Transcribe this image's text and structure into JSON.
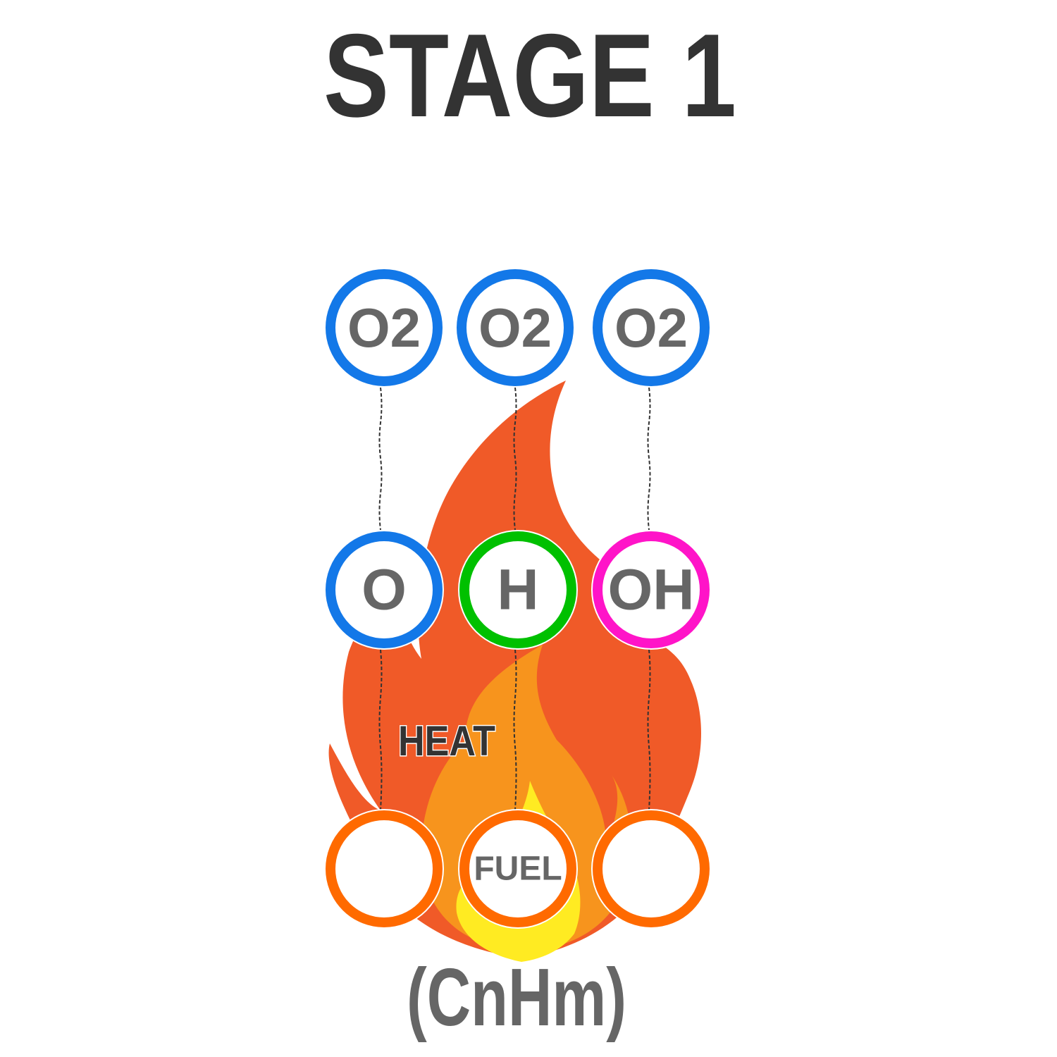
{
  "title": "STAGE 1",
  "heat_label": "HEAT",
  "formula": "(CnHm)",
  "colors": {
    "title": "#333333",
    "label_text": "#666666",
    "heat_text": "#333333",
    "flame_outer": "#F05A28",
    "flame_middle": "#F7941D",
    "flame_inner": "#FFEB22",
    "oxygen_ring": "#1378E8",
    "hydrogen_ring": "#00C000",
    "hydroxyl_ring": "#FF14C8",
    "fuel_ring": "#FF6A00",
    "connector": "#333333"
  },
  "nodes": {
    "top": [
      {
        "id": "o2-a",
        "label": "O2",
        "ring": "oxygen_ring"
      },
      {
        "id": "o2-b",
        "label": "O2",
        "ring": "oxygen_ring"
      },
      {
        "id": "o2-c",
        "label": "O2",
        "ring": "oxygen_ring"
      }
    ],
    "middle": [
      {
        "id": "o",
        "label": "O",
        "ring": "oxygen_ring"
      },
      {
        "id": "h",
        "label": "H",
        "ring": "hydrogen_ring"
      },
      {
        "id": "oh",
        "label": "OH",
        "ring": "hydroxyl_ring"
      }
    ],
    "bottom": [
      {
        "id": "fuel-left",
        "label": "",
        "ring": "fuel_ring"
      },
      {
        "id": "fuel-center",
        "label": "FUEL",
        "ring": "fuel_ring"
      },
      {
        "id": "fuel-right",
        "label": "",
        "ring": "fuel_ring"
      }
    ]
  }
}
